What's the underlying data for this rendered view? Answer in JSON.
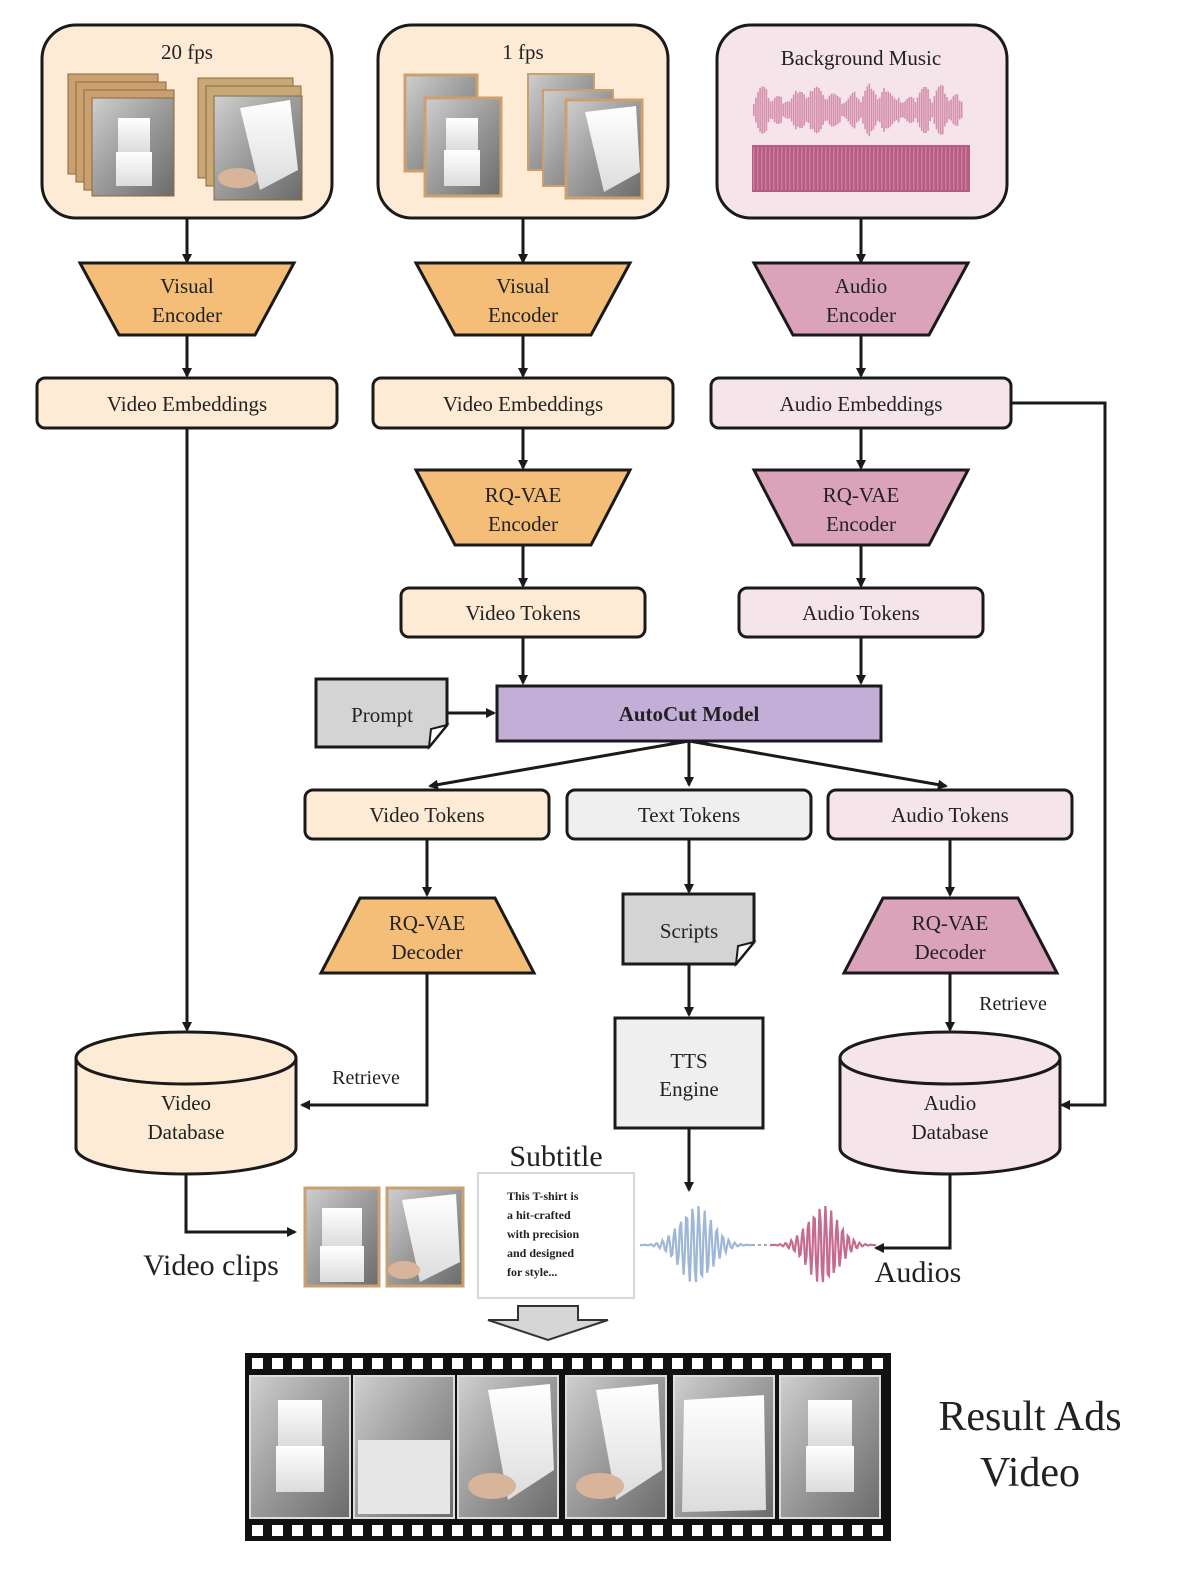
{
  "sources": {
    "video_20fps": {
      "label": "20 fps"
    },
    "video_1fps": {
      "label": "1 fps"
    },
    "music": {
      "label": "Background Music"
    }
  },
  "encoders": {
    "visual_1": [
      "Visual",
      "Encoder"
    ],
    "visual_2": [
      "Visual",
      "Encoder"
    ],
    "audio": [
      "Audio",
      "Encoder"
    ],
    "rqvae_video": [
      "RQ-VAE",
      "Encoder"
    ],
    "rqvae_audio": [
      "RQ-VAE",
      "Encoder"
    ]
  },
  "embeddings": {
    "video_1": "Video Embeddings",
    "video_2": "Video Embeddings",
    "audio": "Audio Embeddings"
  },
  "tokens_in": {
    "video": "Video Tokens",
    "audio": "Audio Tokens"
  },
  "prompt": "Prompt",
  "model": "AutoCut Model",
  "tokens_out": {
    "video": "Video Tokens",
    "text": "Text Tokens",
    "audio": "Audio Tokens"
  },
  "decoders": {
    "video": [
      "RQ-VAE",
      "Decoder"
    ],
    "audio": [
      "RQ-VAE",
      "Decoder"
    ]
  },
  "scripts": "Scripts",
  "tts": [
    "TTS",
    "Engine"
  ],
  "retrieve_video": "Retrieve",
  "retrieve_audio": "Retrieve",
  "databases": {
    "video": [
      "Video",
      "Database"
    ],
    "audio": [
      "Audio",
      "Database"
    ]
  },
  "outputs": {
    "subtitle_title": "Subtitle",
    "subtitle_lines": [
      "This T-shirt is",
      "a hit-crafted",
      "with precision",
      "and designed",
      "for style..."
    ],
    "video_clips": "Video clips",
    "audios": "Audios"
  },
  "result": [
    "Result Ads",
    "Video"
  ],
  "colors": {
    "video_fill": "#fdebd6",
    "video_encoder": "#f4bd78",
    "audio_fill": "#f5e4ea",
    "audio_encoder": "#dba3ba",
    "model_fill": "#c3aed8",
    "gray_fill": "#efefef",
    "doc_fill": "#d4d4d4",
    "waveform_blue": "#9db8d6",
    "waveform_pink": "#c66b8d"
  }
}
